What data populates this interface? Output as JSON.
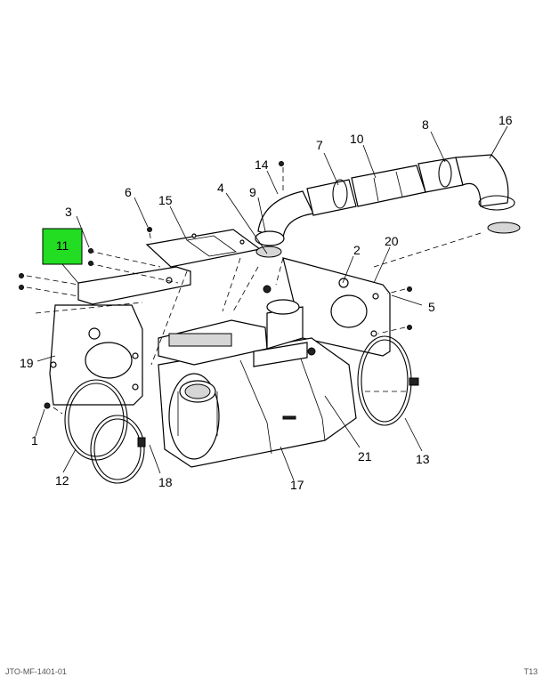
{
  "highlight": {
    "label": "11",
    "color": "#22dd22"
  },
  "callouts": {
    "c1": "1",
    "c2": "2",
    "c3": "3",
    "c5": "5",
    "c6": "6",
    "c4": "4",
    "c7": "7",
    "c8": "8",
    "c9": "9",
    "c10": "10",
    "c12": "12",
    "c13": "13",
    "c14": "14",
    "c15": "15",
    "c16": "16",
    "c17": "17",
    "c18": "18",
    "c19": "19",
    "c20": "20",
    "c21": "21"
  },
  "footer": {
    "left": "JTO-MF-1401-01",
    "right": "T13"
  }
}
